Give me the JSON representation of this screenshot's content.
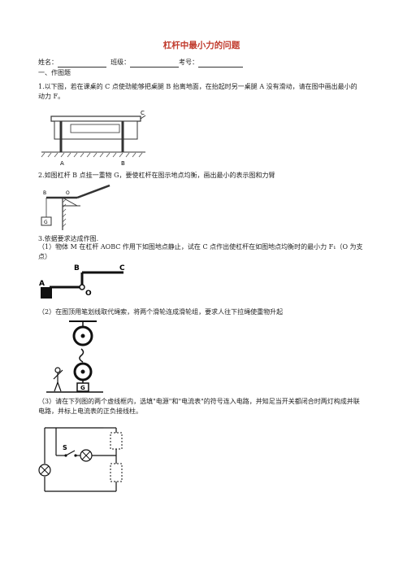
{
  "title": "杠杆中最小力的问题",
  "fields": {
    "name_label": "姓名：",
    "class_label": "班级：",
    "id_label": "考号："
  },
  "section1": "一、作图题",
  "q1": {
    "text": "1.以下图，若在课桌的 C 点使劲能够把桌腿 B 抬离地面，在抬起时另一桌腿 A 没有滑动，请在图中画出最小的动力 F。",
    "labels": {
      "a": "A",
      "b": "B",
      "c": "C"
    }
  },
  "q2": {
    "text": "2.如图杠杆 B 点挂一重物 G，要使杠杆在图示地点均衡，画出最小的表示图和力臂",
    "labels": {
      "b": "B",
      "g": "G",
      "o": "O"
    }
  },
  "q3": {
    "text": "3.依据要求达成作图.",
    "sub1": "（1）物体 M 在杠杆 AOBC 作用下如图地点静止，试在 C 点作出使杠杆在如图地点均衡时的最小力 F₁（O 为支点）",
    "sub1_labels": {
      "a": "A",
      "o": "O",
      "b": "B",
      "c": "C"
    },
    "sub2": "（2）在图顶用笔划线取代绳索，将两个滑轮连成滑轮组，要求人往下拉绳使重物升起",
    "sub2_labels": {
      "g": "G"
    },
    "sub3": "（3）请在下列图的两个虚线框内，选填\"电源\"和\"电流表\"的符号连入电路，并知足当开关都闭合时两灯构成并联电路，并标上电流表的正负接线柱。",
    "sub3_labels": {
      "s": "S"
    }
  }
}
